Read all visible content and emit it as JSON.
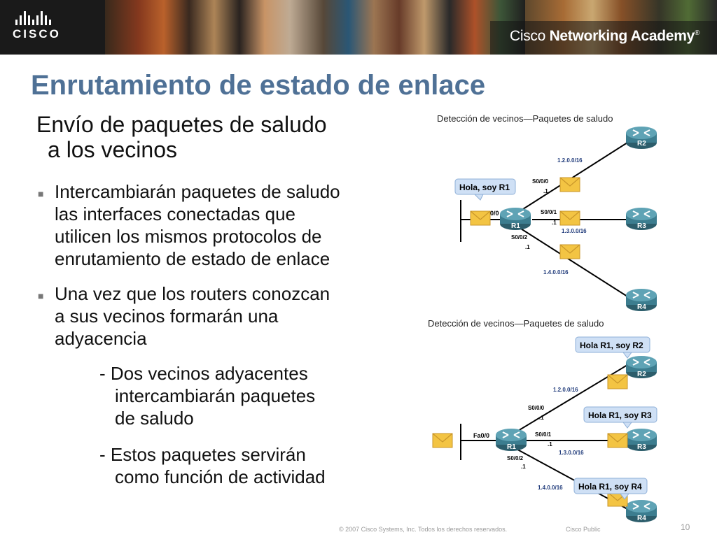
{
  "header": {
    "logo_text": "CISCO",
    "academy_prefix": "Cisco",
    "academy_name": "Networking Academy",
    "academy_mark": "®"
  },
  "slide": {
    "title": "Enrutamiento de estado de enlace",
    "subtitle_line1": "Envío de paquetes de saludo",
    "subtitle_line2": "a los vecinos",
    "bullets": [
      {
        "lines": [
          "Intercambiarán paquetes de saludo",
          "las interfaces conectadas que",
          "utilicen los mismos protocolos de",
          "enrutamiento de estado de enlace"
        ]
      },
      {
        "lines": [
          "Una vez que los routers conozcan",
          "a sus vecinos formarán una",
          "adyacencia"
        ]
      }
    ],
    "sub_items": [
      {
        "lines": [
          "- Dos vecinos adyacentes",
          "intercambiarán paquetes",
          "de saludo"
        ]
      },
      {
        "lines": [
          "- Estos paquetes servirán",
          "como función de actividad"
        ]
      }
    ]
  },
  "diagram_top": {
    "title": "Detección de vecinos—Paquetes de saludo",
    "callout": "Hola, soy R1",
    "routers": [
      "R1",
      "R2",
      "R3",
      "R4"
    ],
    "iface_s000": "S0/0/0",
    "iface_s001": "S0/0/1",
    "iface_s002": "S0/0/2",
    "iface_fa_partial": "0/0",
    "host_dot": ".1",
    "net_r2": "1.2.0.0/16",
    "net_r3": "1.3.0.0/16",
    "net_r4": "1.4.0.0/16"
  },
  "diagram_bottom": {
    "title": "Detección de vecinos—Paquetes de saludo",
    "callout_r2": "Hola R1, soy R2",
    "callout_r3": "Hola R1, soy R3",
    "callout_r4": "Hola R1, soy R4",
    "routers": [
      "R1",
      "R2",
      "R3",
      "R4"
    ],
    "iface_fa": "Fa0/0",
    "iface_s000": "S0/0/0",
    "iface_s001": "S0/0/1",
    "iface_s002": "S0/0/2",
    "host_dot": ".1",
    "net_r2": "1.2.0.0/16",
    "net_r3": "1.3.0.0/16",
    "net_r4": "1.4.0.0/16"
  },
  "footer": {
    "copyright": "© 2007 Cisco Systems, Inc. Todos los derechos reservados.",
    "classification": "Cisco Public",
    "page_number": "10"
  },
  "colors": {
    "title": "#4f7196",
    "header_bg": "#1a1a1a",
    "callout_bg": "#cfe0f5",
    "router_body": "#3c7d8f",
    "envelope": "#f3c443"
  }
}
